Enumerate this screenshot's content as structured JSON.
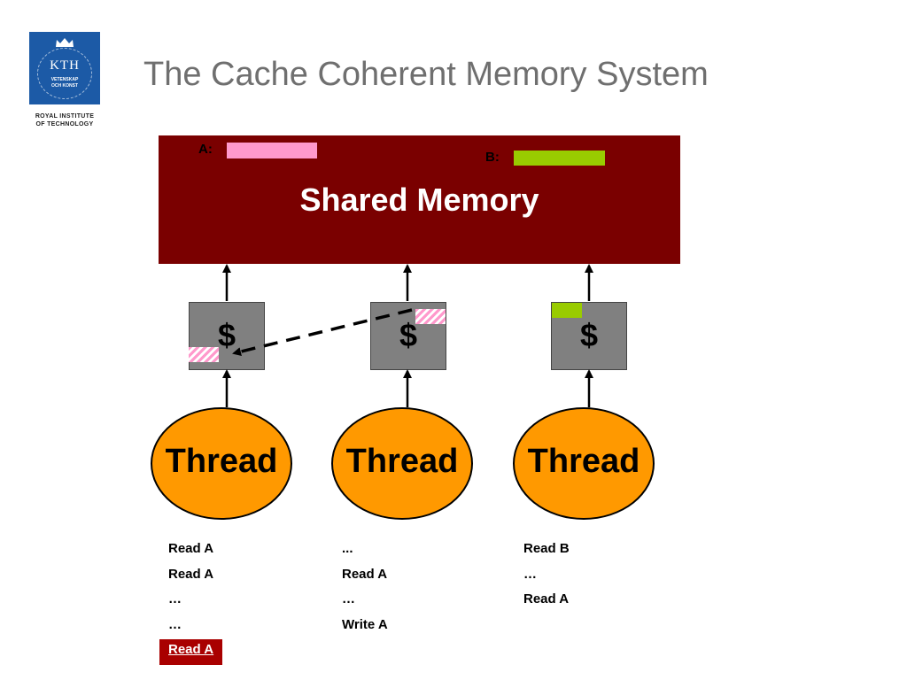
{
  "logo": {
    "monogram": "KTH",
    "motto_line1": "VETENSKAP",
    "motto_line2": "OCH KONST",
    "institution_line1": "ROYAL INSTITUTE",
    "institution_line2": "OF TECHNOLOGY",
    "brand_color": "#1c5aa6"
  },
  "title": "The Cache Coherent Memory System",
  "memory": {
    "label": "Shared Memory",
    "color": "#7a0000",
    "var_a_label": "A:",
    "var_a_color": "#ff99cc",
    "var_b_label": "B:",
    "var_b_color": "#99cc00"
  },
  "caches": [
    {
      "label": "$"
    },
    {
      "label": "$"
    },
    {
      "label": "$"
    }
  ],
  "threads": [
    {
      "label": "Thread",
      "ops": [
        "Read A",
        "Read A",
        "…",
        "…",
        "Read A"
      ],
      "highlighted_op": 4
    },
    {
      "label": "Thread",
      "ops": [
        "...",
        "Read A",
        "…",
        "Write A"
      ]
    },
    {
      "label": "Thread",
      "ops": [
        "Read B",
        "…",
        "Read A"
      ]
    }
  ],
  "colors": {
    "thread_fill": "#ff9900",
    "cache_fill": "#808080",
    "highlight": "#a90000"
  }
}
